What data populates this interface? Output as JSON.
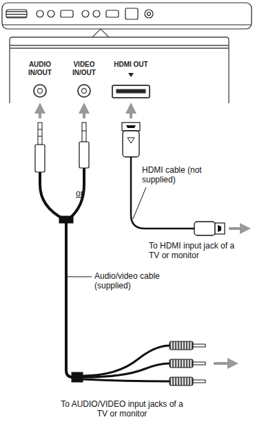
{
  "diagram": {
    "labels": [
      "AUDIO IN/OUT",
      "VIDEO IN/OUT",
      "HDMI OUT",
      "or",
      "HDMI cable (not supplied)",
      "To HDMI input jack of a TV or monitor",
      "Audio/video cable (supplied)",
      "To AUDIO/VIDEO input jacks of a TV or monitor"
    ]
  }
}
